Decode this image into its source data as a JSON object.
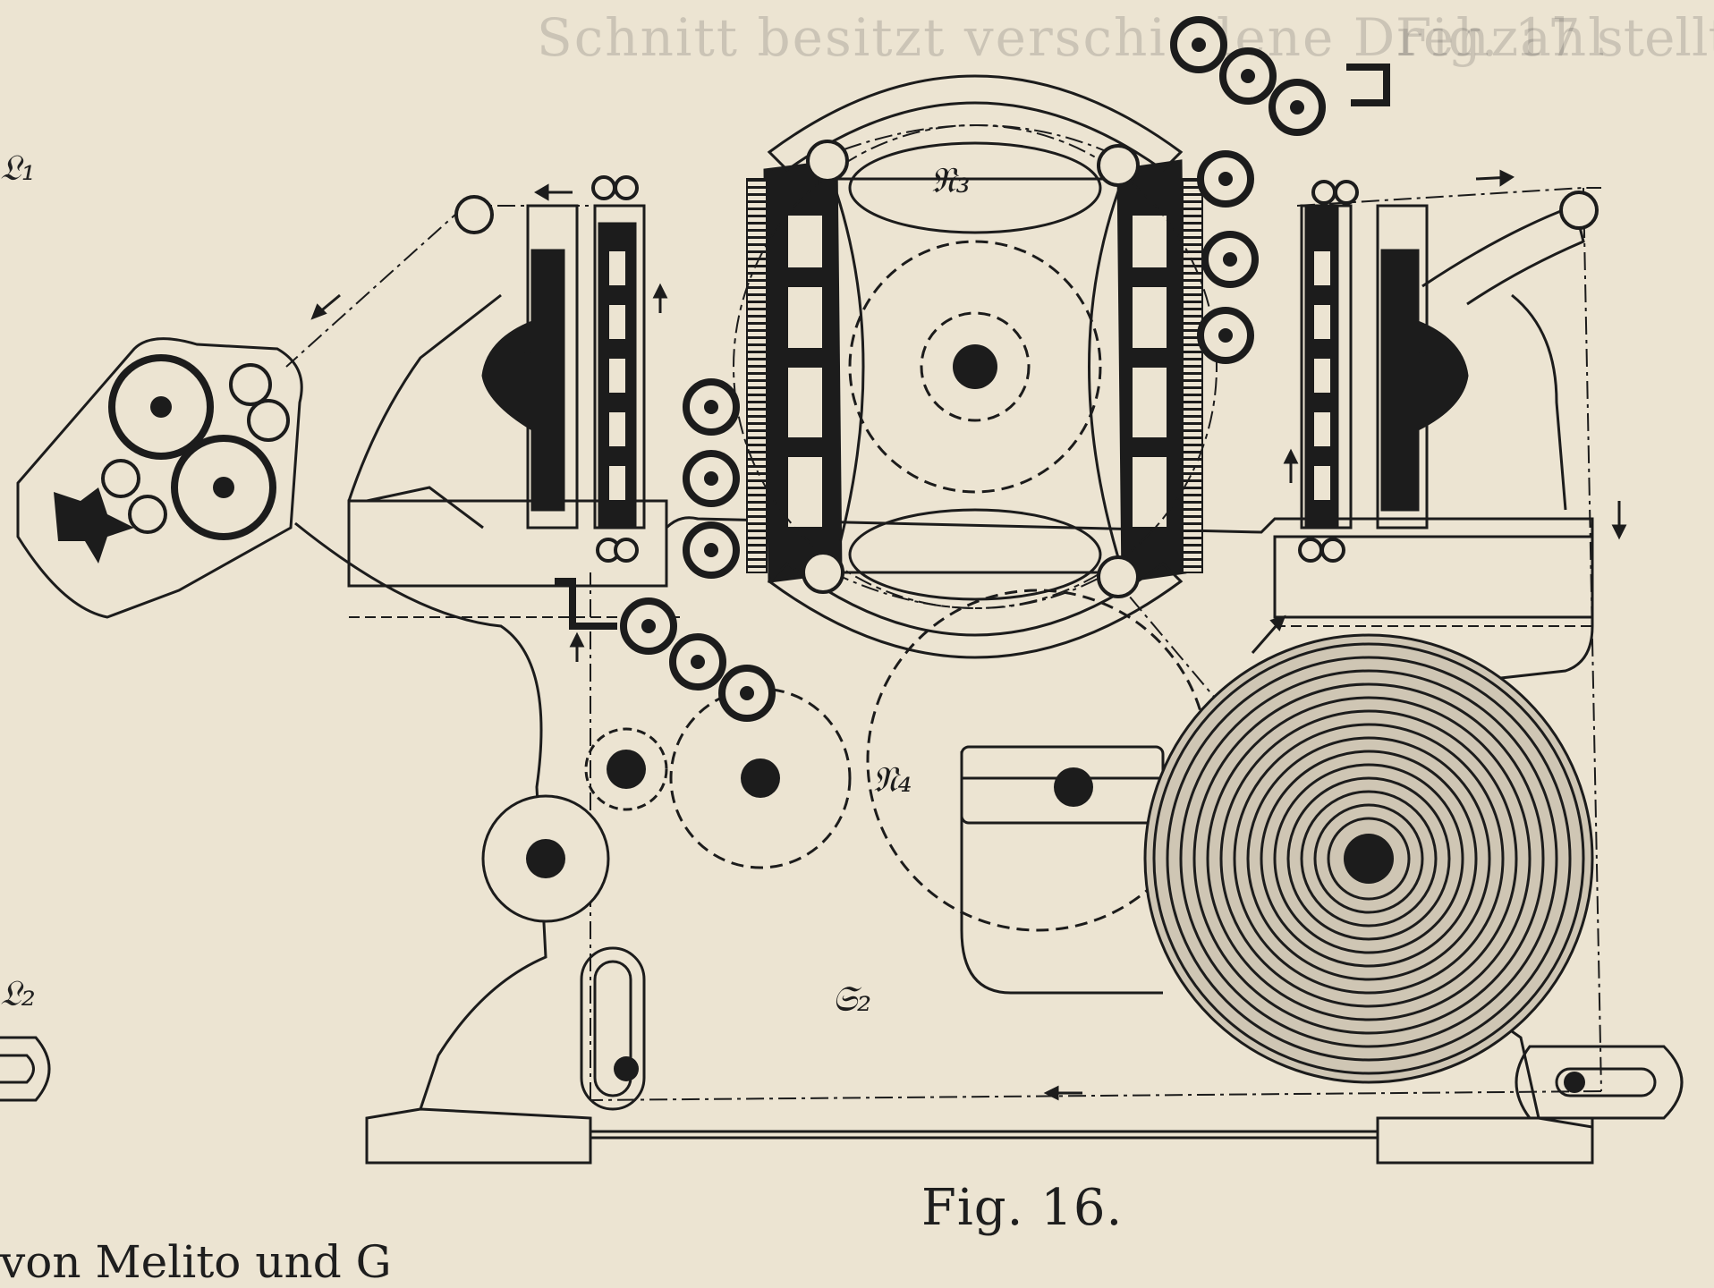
{
  "figure": {
    "caption": "Fig. 16.",
    "labels": {
      "r3": "𝔑₃",
      "r4": "𝔑₄",
      "s2": "𝔖₂"
    }
  },
  "margin": {
    "top_left": "𝔏₁",
    "bottom_left": "𝔏₂"
  },
  "text_bleed": {
    "top": "Schnitt besitzt verschiedene Drehzahl",
    "top_right": "Fig. 17 stellt",
    "bottom": "von Melito und G"
  },
  "colors": {
    "paper": "#ece4d2",
    "ink": "#1c1c1c"
  }
}
